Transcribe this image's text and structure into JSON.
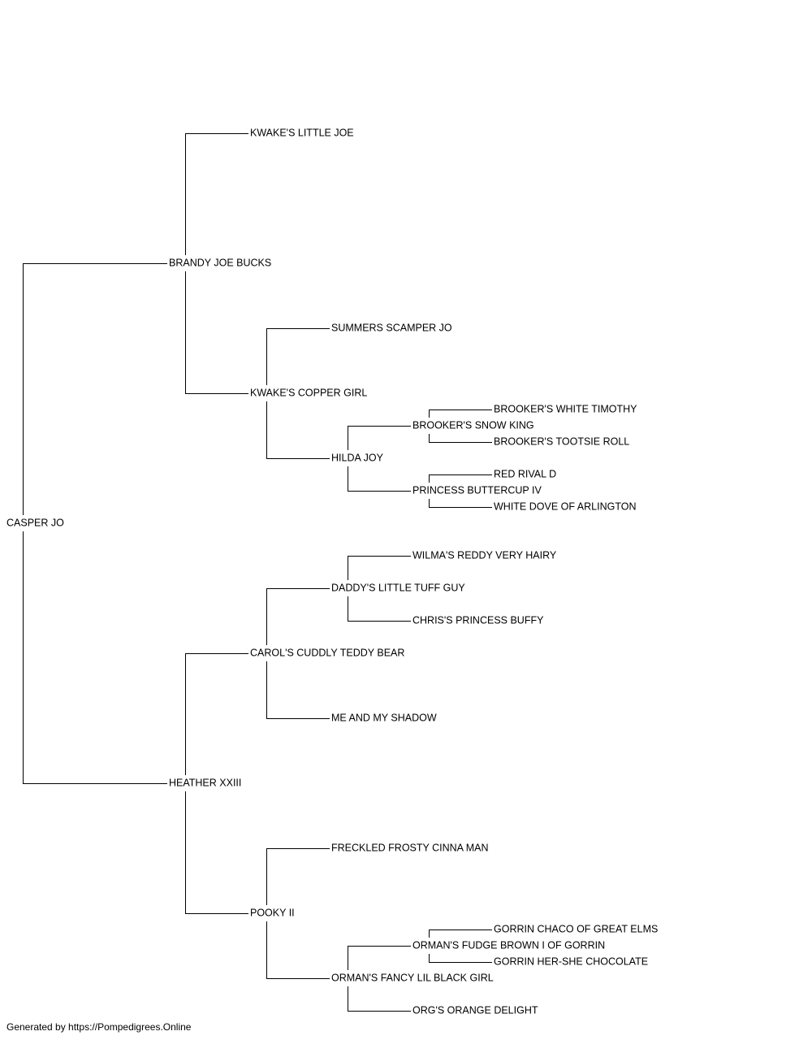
{
  "tree": {
    "name": "CASPER JO",
    "children": [
      {
        "name": "BRANDY JOE BUCKS",
        "children": [
          {
            "name": "KWAKE'S LITTLE JOE"
          },
          {
            "name": "KWAKE'S COPPER GIRL",
            "children": [
              {
                "name": "SUMMERS SCAMPER JO"
              },
              {
                "name": "HILDA JOY",
                "children": [
                  {
                    "name": "BROOKER'S SNOW KING",
                    "children": [
                      {
                        "name": "BROOKER'S WHITE TIMOTHY"
                      },
                      {
                        "name": "BROOKER'S TOOTSIE ROLL"
                      }
                    ]
                  },
                  {
                    "name": "PRINCESS BUTTERCUP IV",
                    "children": [
                      {
                        "name": "RED RIVAL D"
                      },
                      {
                        "name": "WHITE DOVE OF ARLINGTON"
                      }
                    ]
                  }
                ]
              }
            ]
          }
        ]
      },
      {
        "name": "HEATHER XXIII",
        "children": [
          {
            "name": "CAROL'S CUDDLY TEDDY BEAR",
            "children": [
              {
                "name": "DADDY'S LITTLE TUFF GUY",
                "children": [
                  {
                    "name": "WILMA'S REDDY VERY HAIRY"
                  },
                  {
                    "name": "CHRIS'S PRINCESS BUFFY"
                  }
                ]
              },
              {
                "name": "ME AND MY SHADOW"
              }
            ]
          },
          {
            "name": "POOKY II",
            "children": [
              {
                "name": "FRECKLED FROSTY CINNA MAN"
              },
              {
                "name": "ORMAN'S FANCY LIL BLACK GIRL",
                "children": [
                  {
                    "name": "ORMAN'S FUDGE BROWN I OF GORRIN",
                    "children": [
                      {
                        "name": "GORRIN CHACO OF GREAT ELMS"
                      },
                      {
                        "name": "GORRIN HER-SHE CHOCOLATE"
                      }
                    ]
                  },
                  {
                    "name": "ORG'S ORANGE DELIGHT"
                  }
                ]
              }
            ]
          }
        ]
      }
    ]
  },
  "footer": "Generated by https://Pompedigrees.Online"
}
